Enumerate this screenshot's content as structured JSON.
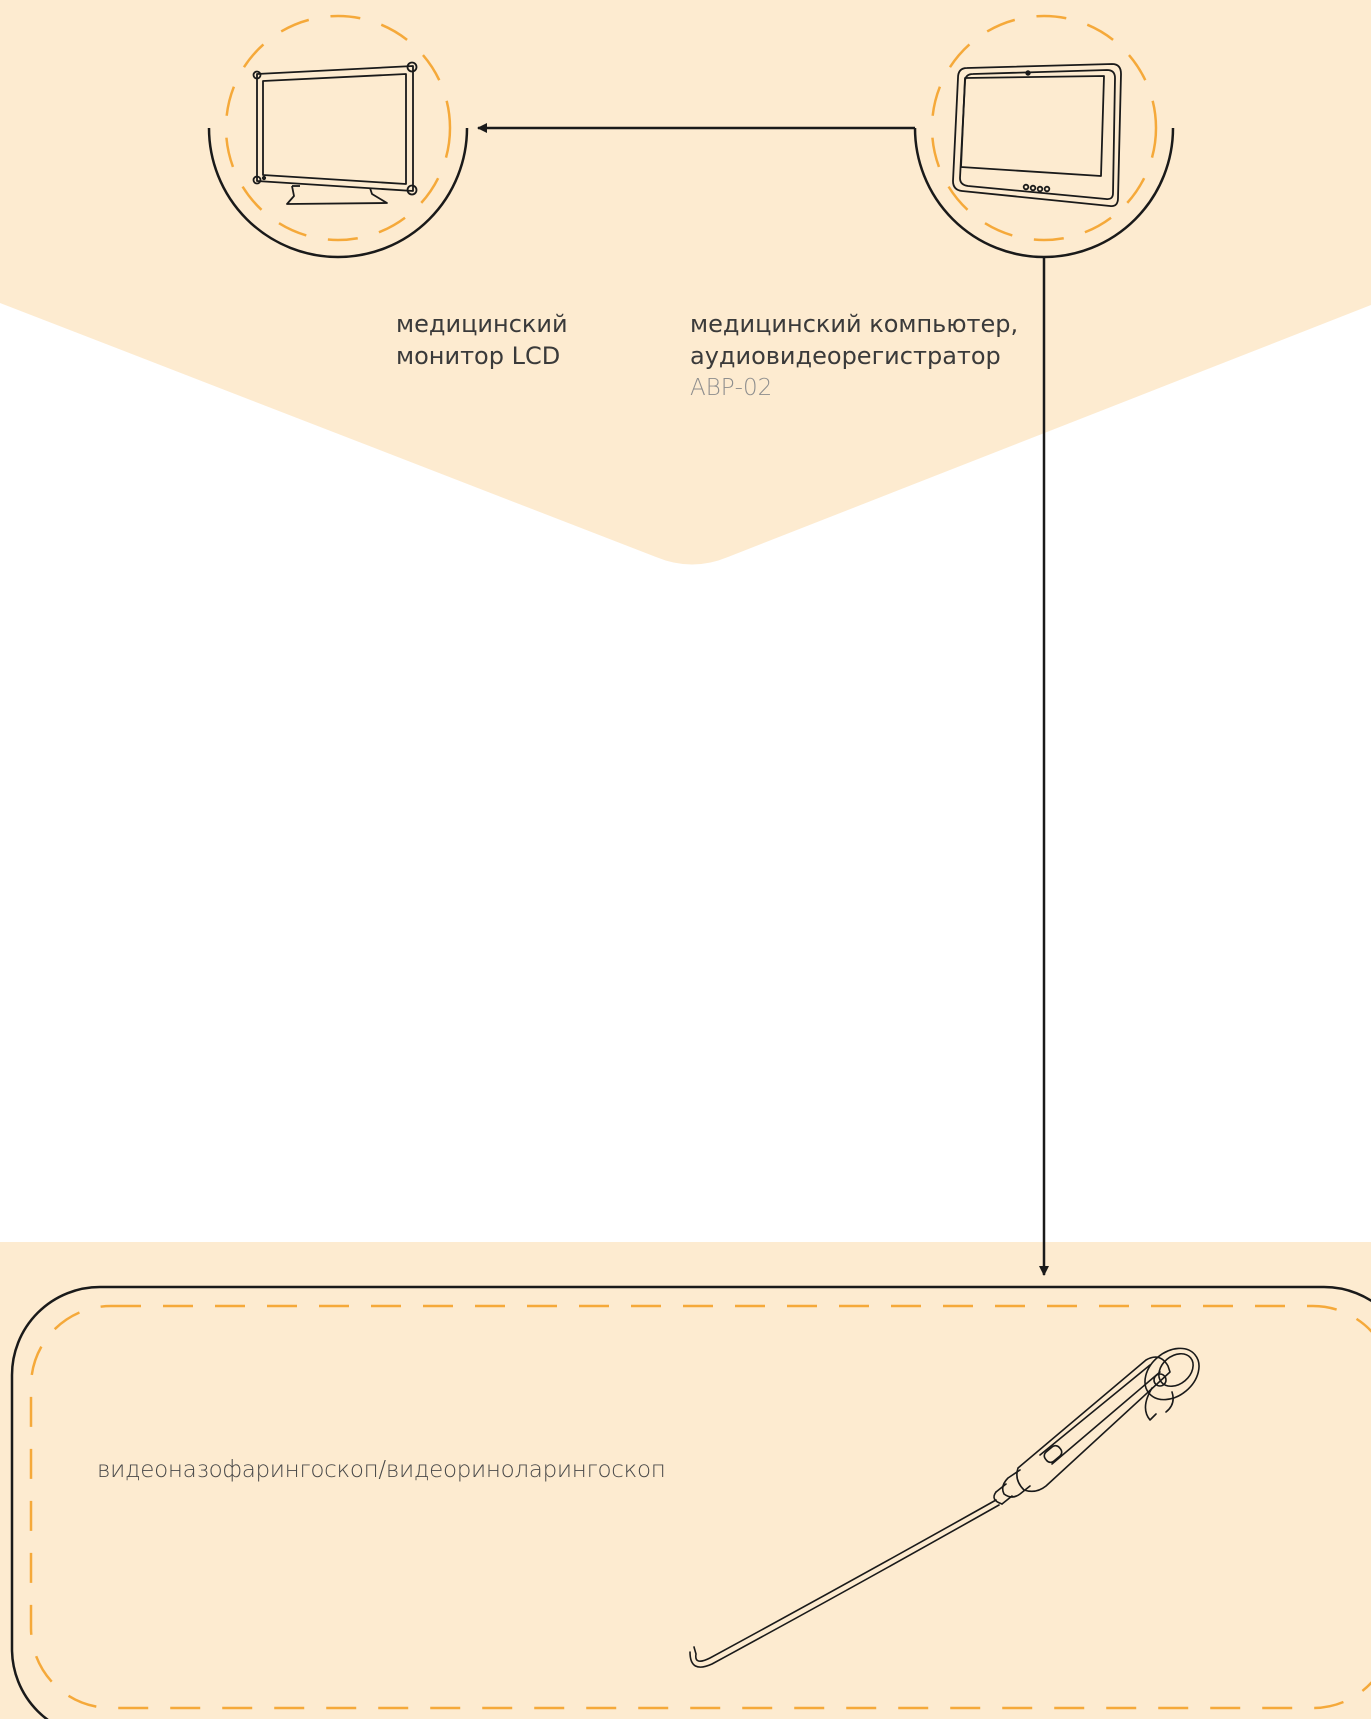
{
  "colors": {
    "background_band": "#FDEBD0",
    "accent_dash": "#F5A93A",
    "line": "#1a1a1a",
    "text": "#3a3a3a",
    "subtext": "#8e8e8e"
  },
  "nodes": {
    "monitor": {
      "icon": "lcd-monitor-icon",
      "label": "медицинский\nмонитор LCD"
    },
    "computer": {
      "icon": "medical-tablet-computer-icon",
      "label": "медицинский компьютер,\nаудиовидеорегистратор",
      "model": "АВР-02"
    },
    "scope": {
      "icon": "flexible-endoscope-icon",
      "label": "видеоназофарингоскоп/видеориноларингоскоп"
    }
  },
  "connections": [
    {
      "from": "computer",
      "to": "monitor"
    },
    {
      "from": "computer",
      "to": "scope"
    }
  ]
}
